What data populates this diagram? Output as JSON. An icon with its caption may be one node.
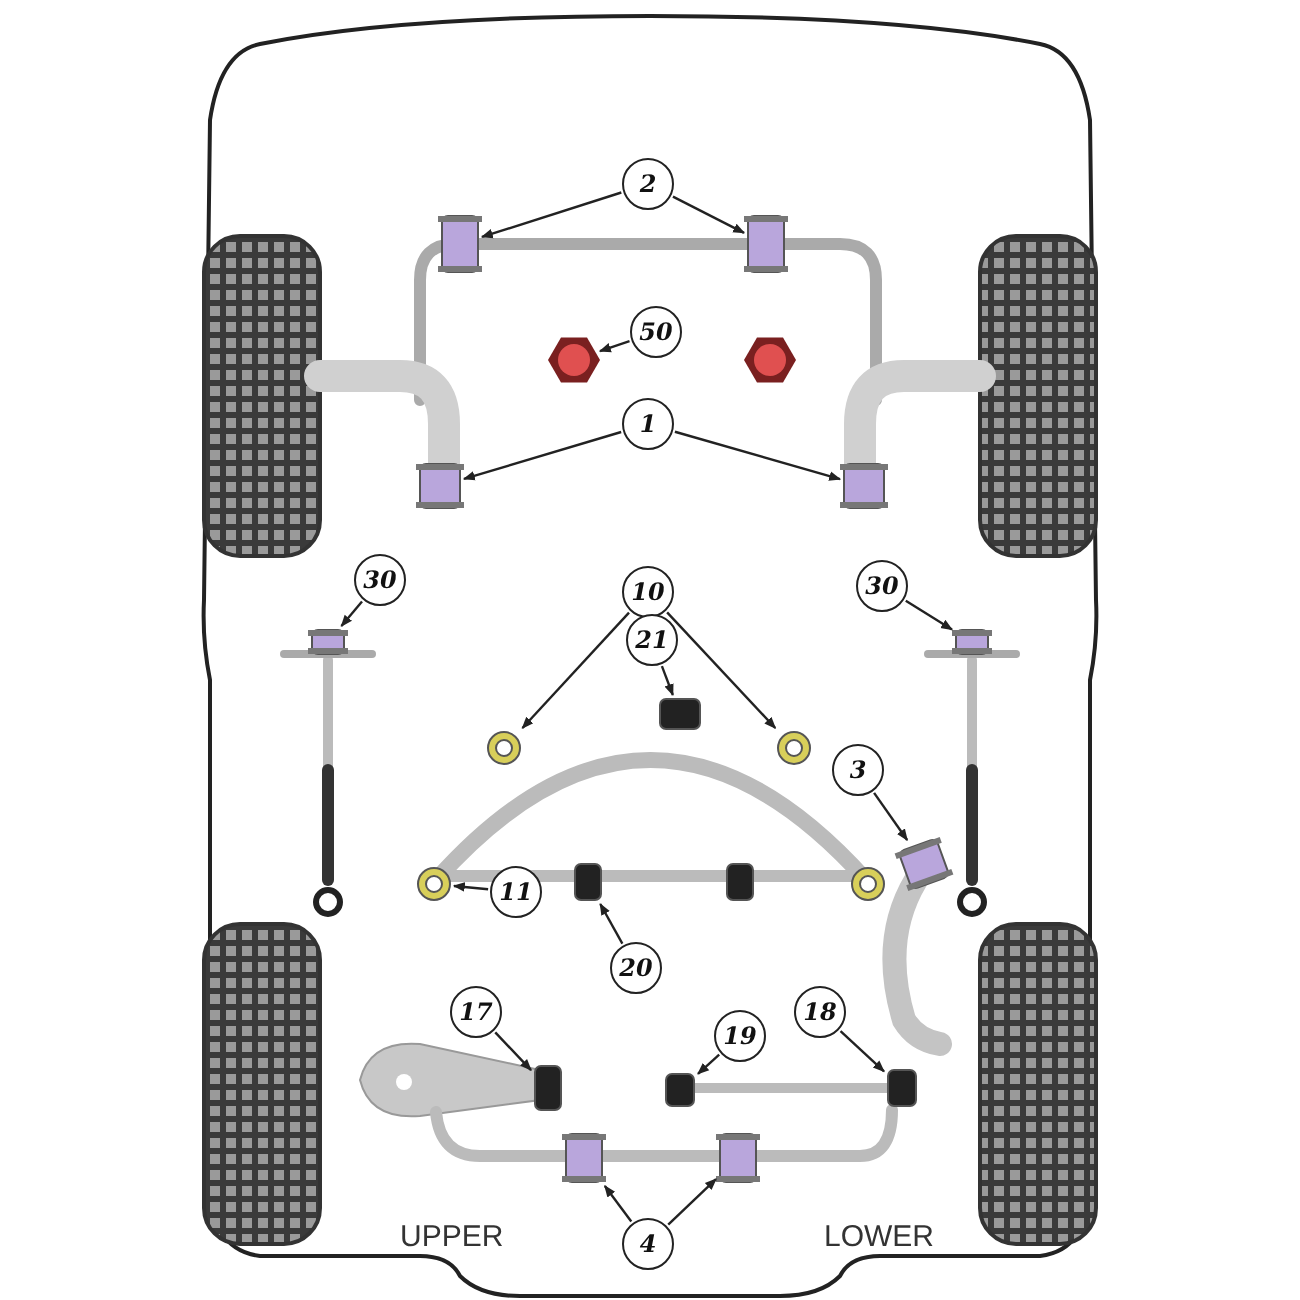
{
  "diagram": {
    "nodes": [
      {
        "text": [
          "2"
        ]
      },
      {
        "text": [
          "50"
        ]
      },
      {
        "text": [
          "1"
        ]
      },
      {
        "text": [
          "30"
        ]
      },
      {
        "text": [
          "10"
        ]
      },
      {
        "text": [
          "30"
        ]
      },
      {
        "text": [
          "21"
        ]
      },
      {
        "text": [
          "3"
        ]
      },
      {
        "text": [
          "11"
        ]
      },
      {
        "text": [
          "20"
        ]
      },
      {
        "text": [
          "17"
        ]
      },
      {
        "text": [
          "19"
        ]
      },
      {
        "text": [
          "18"
        ]
      },
      {
        "text": [
          "4"
        ]
      },
      {
        "text": [],
        "shape": "box"
      },
      {
        "text": [],
        "shape": "box"
      },
      {
        "text": [],
        "shape": "hexagon"
      },
      {
        "text": [],
        "shape": "box"
      },
      {
        "text": [],
        "shape": "box"
      },
      {
        "text": [],
        "shape": "box"
      },
      {
        "text": [],
        "shape": "circle"
      },
      {
        "text": [],
        "shape": "circle"
      },
      {
        "text": [],
        "shape": "box"
      },
      {
        "text": [],
        "shape": "box"
      },
      {
        "text": [],
        "shape": "box"
      },
      {
        "text": [],
        "shape": "circle"
      },
      {
        "text": [],
        "shape": "box"
      },
      {
        "text": [],
        "shape": "box"
      },
      {
        "text": [],
        "shape": "box"
      },
      {
        "text": [],
        "shape": "box"
      },
      {
        "text": [],
        "shape": "box"
      },
      {
        "text": [],
        "shape": "box"
      },
      {
        "text": [],
        "shape": "hexagon"
      },
      {
        "text": [],
        "shape": "circle"
      },
      {
        "text": [],
        "shape": "box"
      }
    ],
    "edges": [
      {
        "from": 0,
        "to": 14,
        "arrow": "to"
      },
      {
        "from": 0,
        "to": 15,
        "arrow": "to"
      },
      {
        "from": 1,
        "to": 16,
        "arrow": "to"
      },
      {
        "from": 2,
        "to": 17,
        "arrow": "to"
      },
      {
        "from": 2,
        "to": 18,
        "arrow": "to"
      },
      {
        "from": 3,
        "to": 19,
        "arrow": "to"
      },
      {
        "from": 4,
        "to": 20,
        "arrow": "to"
      },
      {
        "from": 4,
        "to": 21,
        "arrow": "to"
      },
      {
        "from": 5,
        "to": 22,
        "arrow": "to"
      },
      {
        "from": 6,
        "to": 23,
        "arrow": "to"
      },
      {
        "from": 7,
        "to": 24,
        "arrow": "to"
      },
      {
        "from": 8,
        "to": 25,
        "arrow": "to"
      },
      {
        "from": 9,
        "to": 26,
        "arrow": "to"
      },
      {
        "from": 10,
        "to": 27,
        "arrow": "to"
      },
      {
        "from": 11,
        "to": 28,
        "arrow": "to"
      },
      {
        "from": 12,
        "to": 29,
        "arrow": "to"
      },
      {
        "from": 13,
        "to": 30,
        "arrow": "to"
      },
      {
        "from": 13,
        "to": 31,
        "arrow": "to"
      }
    ],
    "labels": [
      "UPPER",
      "LOWER"
    ]
  }
}
